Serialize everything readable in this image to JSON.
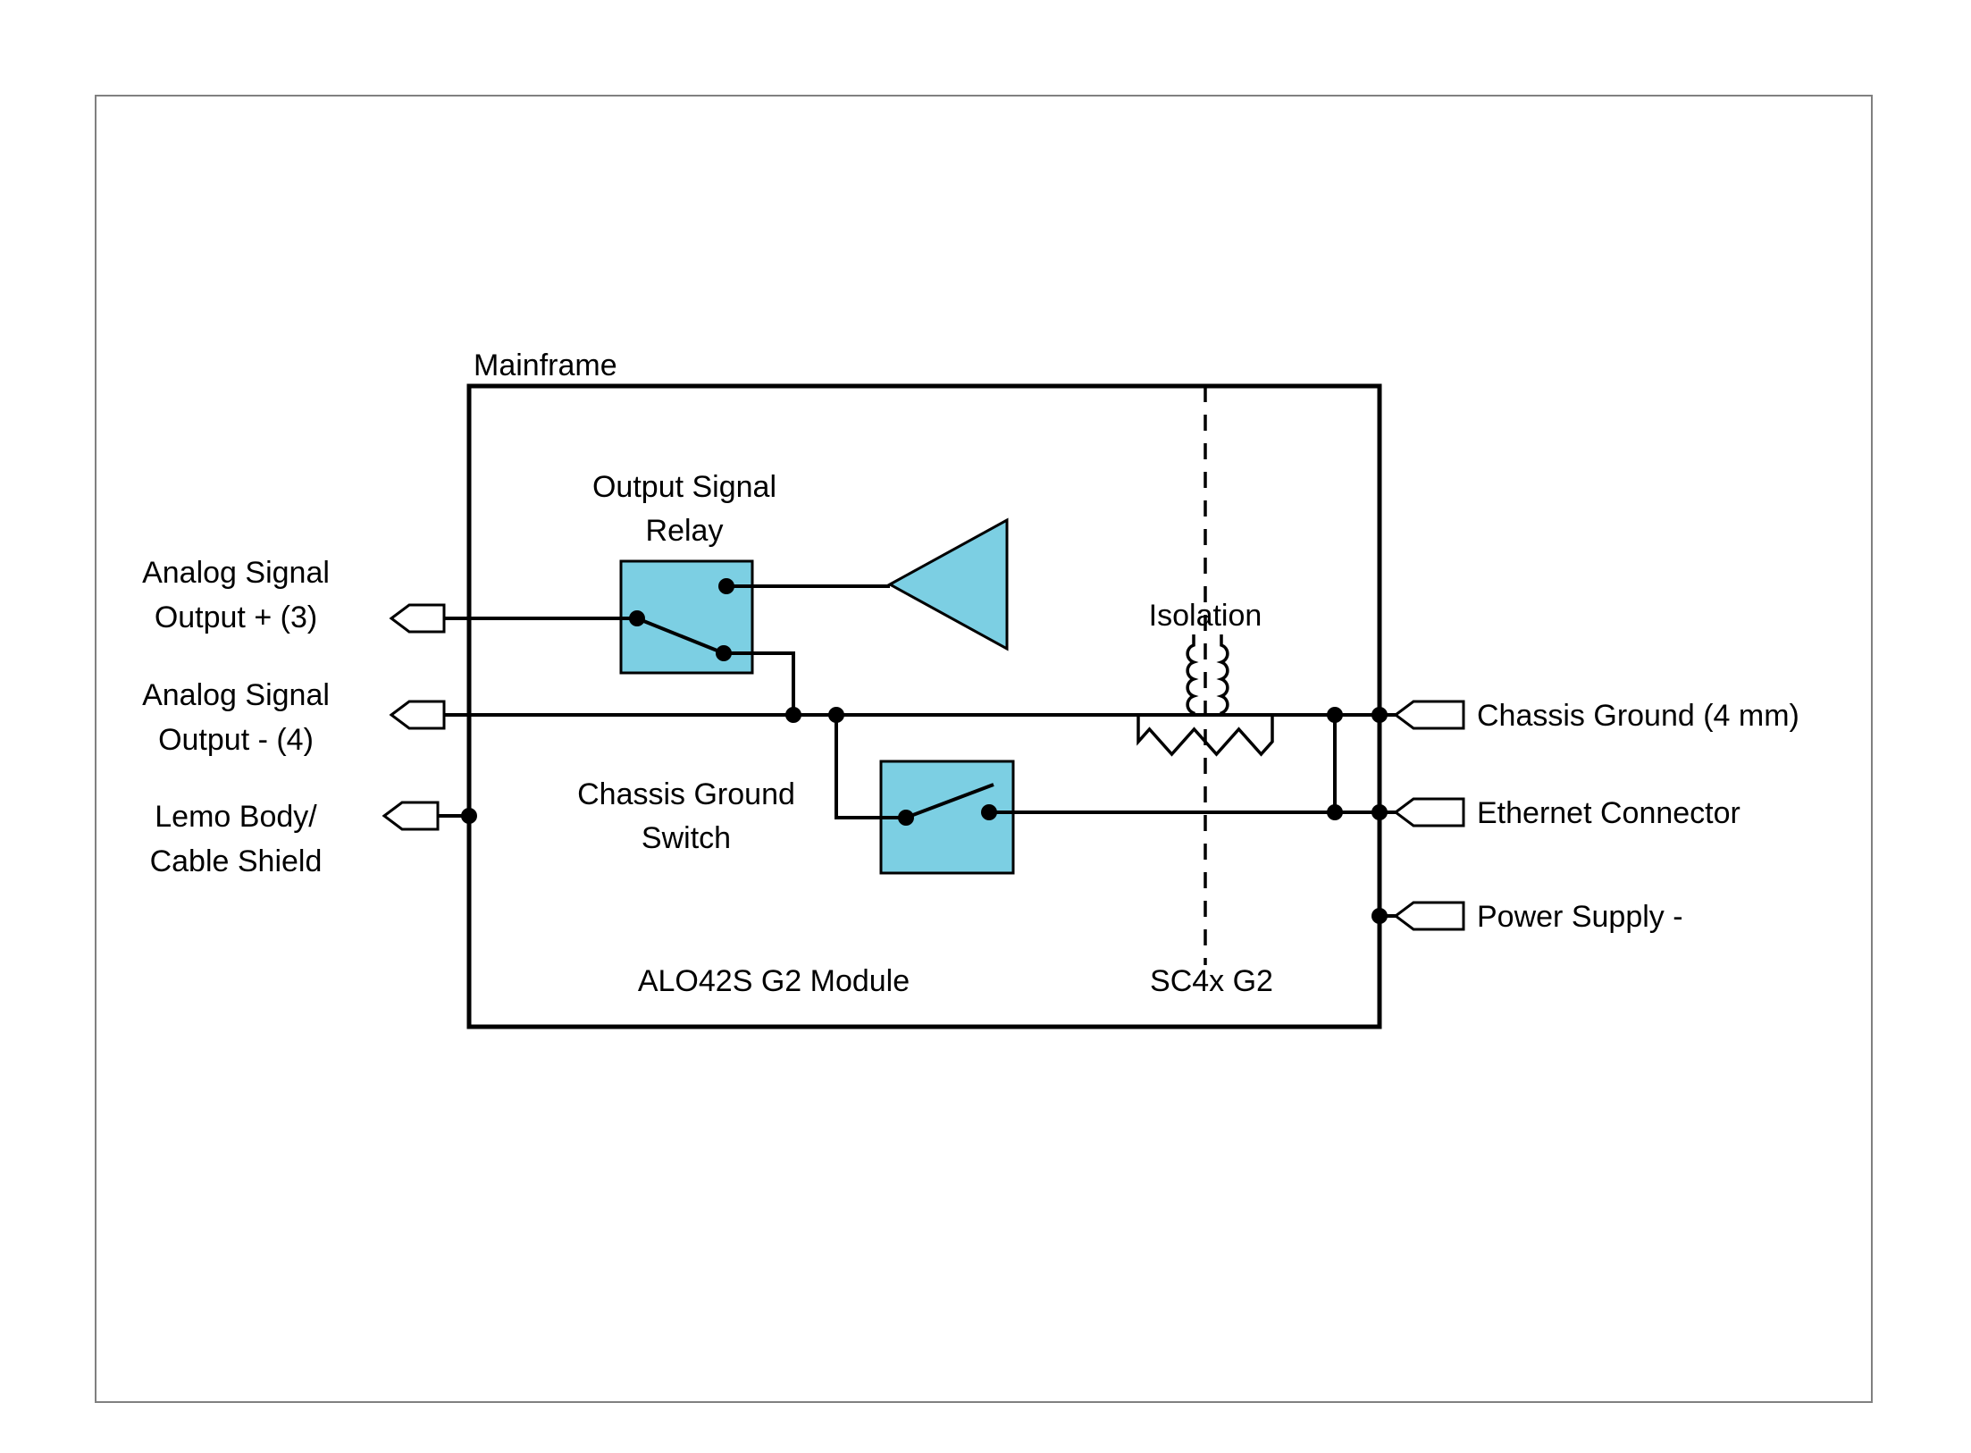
{
  "diagram": {
    "mainframe_label": "Mainframe",
    "module_label": "ALO42S G2 Module",
    "controller_label": "SC4x G2",
    "isolation_label": "Isolation",
    "relay": {
      "label_line1": "Output Signal",
      "label_line2": "Relay"
    },
    "ground_switch": {
      "label_line1": "Chassis Ground",
      "label_line2": "Switch"
    },
    "left_ports": [
      {
        "line1": "Analog Signal",
        "line2": "Output + (3)"
      },
      {
        "line1": "Analog Signal",
        "line2": "Output - (4)"
      },
      {
        "line1": "Lemo Body/",
        "line2": "Cable Shield"
      }
    ],
    "right_ports": [
      {
        "label": "Chassis Ground (4 mm)"
      },
      {
        "label": "Ethernet Connector"
      },
      {
        "label": "Power Supply -"
      }
    ],
    "colors": {
      "component_fill": "#7CCFE3",
      "line": "#000000",
      "page_border": "#808080"
    }
  }
}
